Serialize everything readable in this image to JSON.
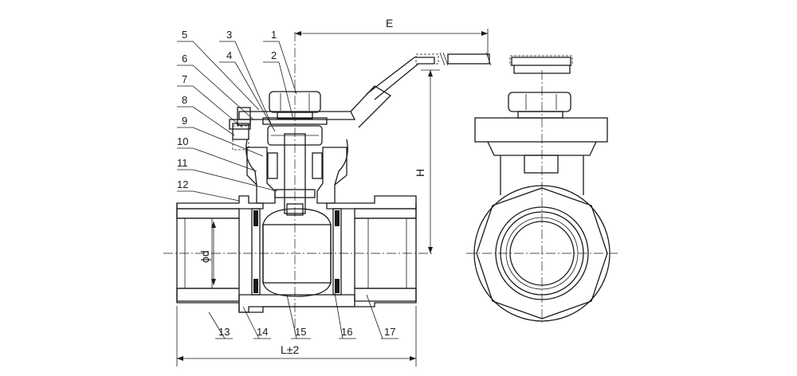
{
  "part_numbers": [
    "1",
    "2",
    "3",
    "4",
    "5",
    "6",
    "7",
    "8",
    "9",
    "10",
    "11",
    "12",
    "13",
    "14",
    "15",
    "16",
    "17"
  ],
  "dimensions": {
    "E": "E",
    "H": "H",
    "d": "ϕd",
    "L": "L±2"
  }
}
